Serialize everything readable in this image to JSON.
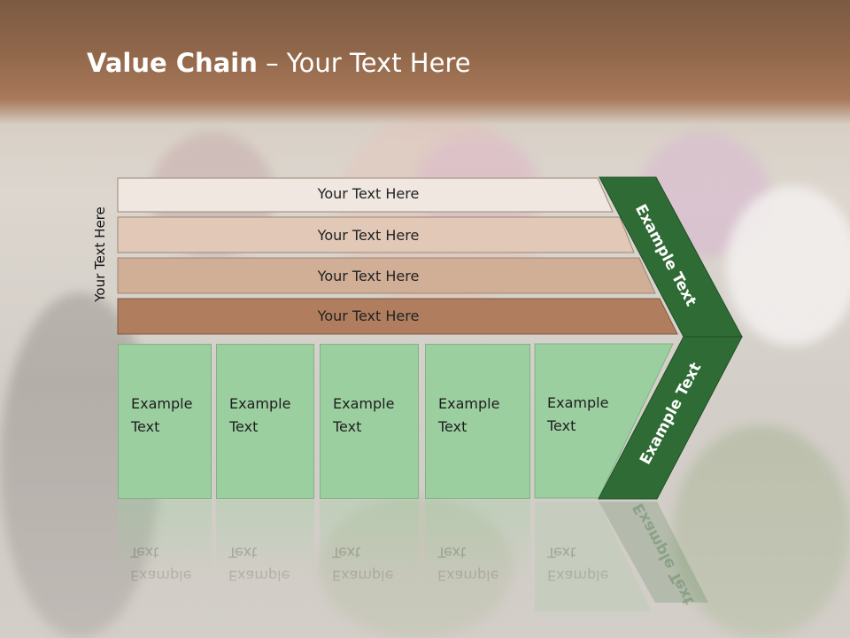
{
  "slide": {
    "title_bold": "Value Chain",
    "title_rest": " – Your Text Here",
    "side_label": "Your Text Here",
    "bars": [
      {
        "label": "Your Text Here"
      },
      {
        "label": "Your Text Here"
      },
      {
        "label": "Your Text Here"
      },
      {
        "label": "Your Text Here"
      }
    ],
    "boxes": [
      {
        "line1": "Example",
        "line2": "Text"
      },
      {
        "line1": "Example",
        "line2": "Text"
      },
      {
        "line1": "Example",
        "line2": "Text"
      },
      {
        "line1": "Example",
        "line2": "Text"
      },
      {
        "line1": "Example",
        "line2": "Text"
      }
    ],
    "arrow_upper_text": "Example Text",
    "arrow_lower_text": "Example Text"
  },
  "colors": {
    "bar_1": "#efe7e0",
    "bar_2": "#e2c8b7",
    "bar_3": "#d1ae96",
    "bar_4": "#b07e5f",
    "box_fill": "#9ccfa0",
    "arrow_fill": "#2f6b34",
    "title_band": "#92684b"
  }
}
